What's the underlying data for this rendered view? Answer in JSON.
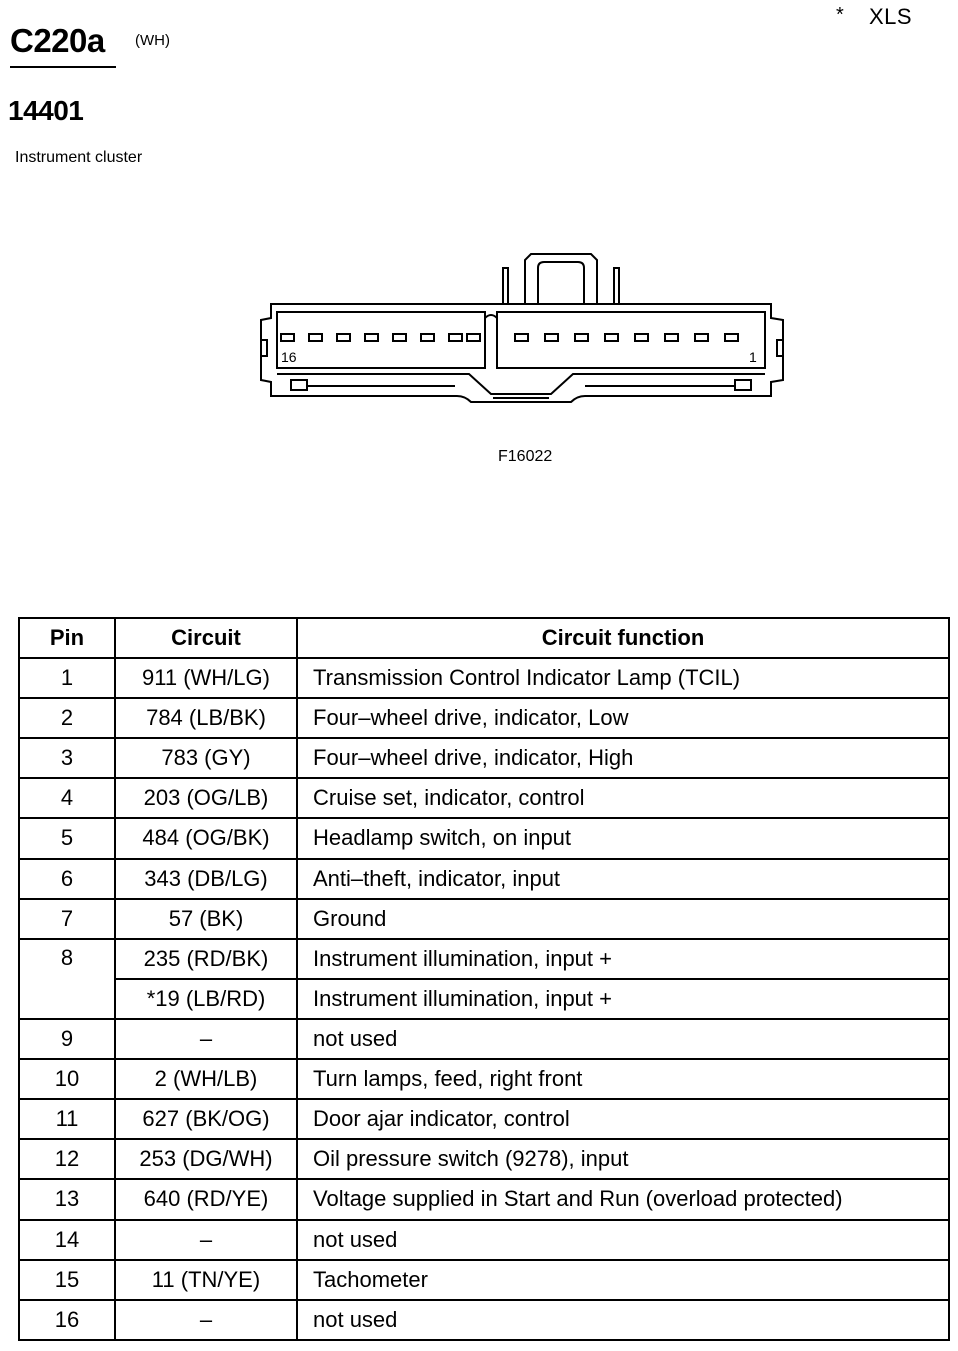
{
  "header": {
    "asterisk": "*",
    "variant": "XLS",
    "connector_id": "C220a",
    "connector_color": "(WH)",
    "part_number": "14401",
    "component_name": "Instrument cluster"
  },
  "figure": {
    "id": "F16022",
    "pin_label_left": "16",
    "pin_label_right": "1"
  },
  "table": {
    "headers": {
      "pin": "Pin",
      "circuit": "Circuit",
      "function": "Circuit function"
    },
    "rows": [
      {
        "pin": "1",
        "circuit": "911 (WH/LG)",
        "function": "Transmission Control Indicator Lamp (TCIL)"
      },
      {
        "pin": "2",
        "circuit": "784 (LB/BK)",
        "function": "Four–wheel drive, indicator, Low"
      },
      {
        "pin": "3",
        "circuit": "783 (GY)",
        "function": "Four–wheel drive, indicator, High"
      },
      {
        "pin": "4",
        "circuit": "203 (OG/LB)",
        "function": "Cruise set, indicator, control"
      },
      {
        "pin": "5",
        "circuit": "484 (OG/BK)",
        "function": "Headlamp switch, on input"
      },
      {
        "pin": "6",
        "circuit": "343 (DB/LG)",
        "function": "Anti–theft, indicator, input"
      },
      {
        "pin": "7",
        "circuit": "57 (BK)",
        "function": "Ground"
      },
      {
        "pin": "8",
        "circuit": "235 (RD/BK)",
        "function": "Instrument illumination, input +"
      },
      {
        "pin": "",
        "circuit": "*19 (LB/RD)",
        "function": "Instrument illumination, input +"
      },
      {
        "pin": "9",
        "circuit": "–",
        "function": "not used"
      },
      {
        "pin": "10",
        "circuit": "2 (WH/LB)",
        "function": "Turn lamps, feed, right front"
      },
      {
        "pin": "11",
        "circuit": "627 (BK/OG)",
        "function": "Door ajar indicator, control"
      },
      {
        "pin": "12",
        "circuit": "253 (DG/WH)",
        "function": "Oil pressure switch (9278), input"
      },
      {
        "pin": "13",
        "circuit": "640 (RD/YE)",
        "function": "Voltage supplied in Start and Run (overload protected)"
      },
      {
        "pin": "14",
        "circuit": "–",
        "function": "not used"
      },
      {
        "pin": "15",
        "circuit": "11 (TN/YE)",
        "function": "Tachometer"
      },
      {
        "pin": "16",
        "circuit": "–",
        "function": "not used"
      }
    ]
  }
}
